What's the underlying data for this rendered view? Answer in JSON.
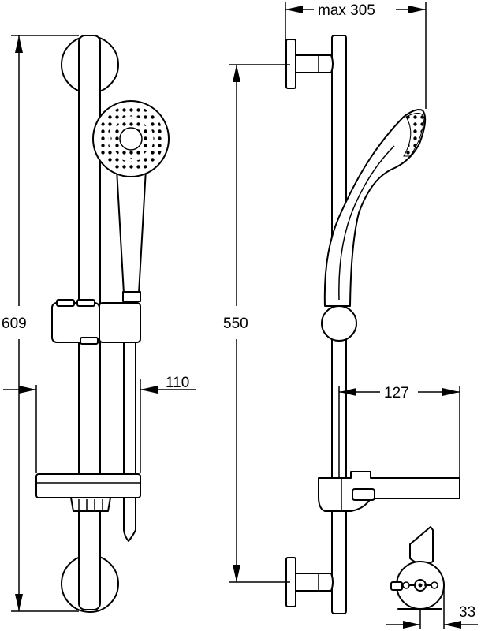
{
  "dimensions": {
    "total_height": "609",
    "bar_centres": "550",
    "max_reach": "max 305",
    "front_projection": "110",
    "side_projection": "127",
    "clamp_offset": "33"
  },
  "views": [
    "front-view",
    "side-view",
    "wall-bracket-detail"
  ],
  "colors": {
    "line": "#000000",
    "background": "#ffffff"
  }
}
